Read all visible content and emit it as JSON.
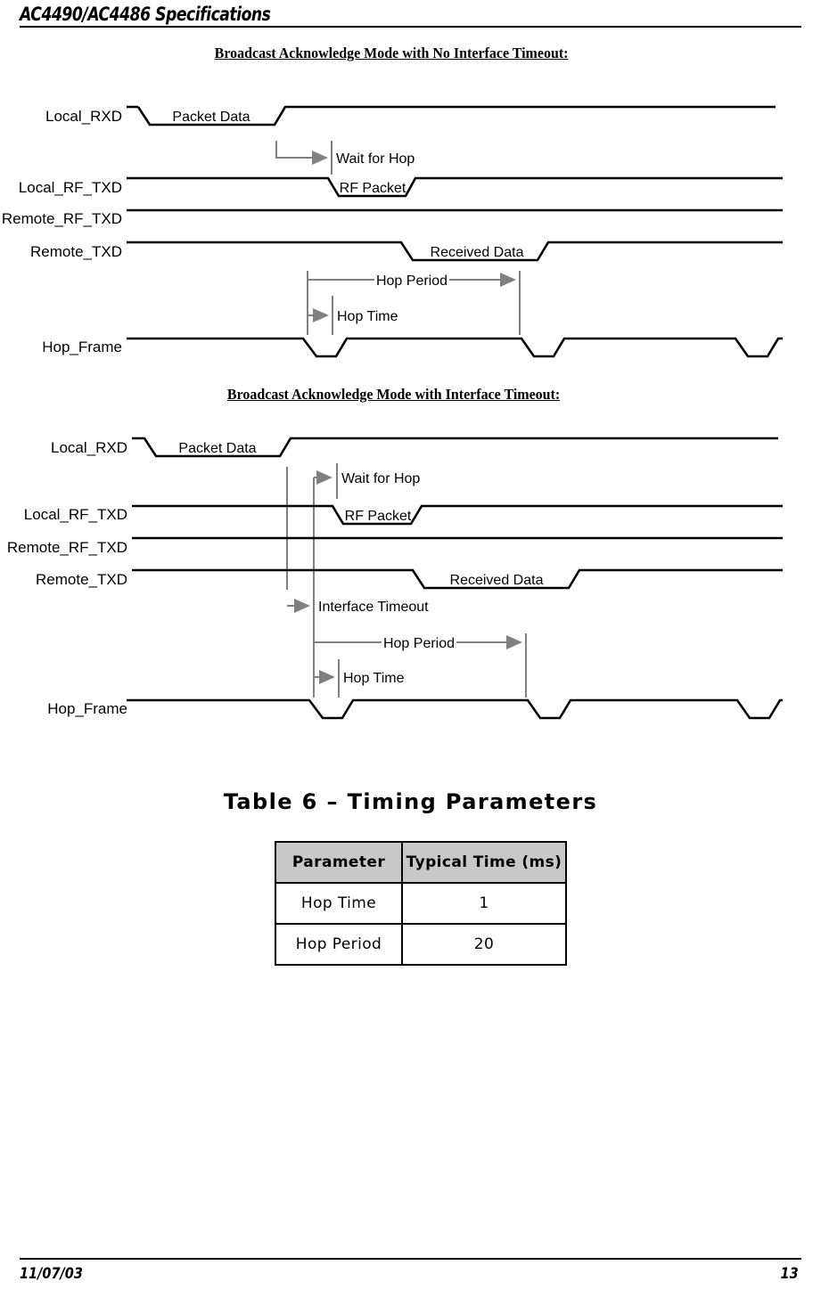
{
  "header": {
    "title": "AC4490/AC4486 Specifications"
  },
  "diagram1": {
    "title": "Broadcast Acknowledge Mode with No Interface Timeout:",
    "signals": [
      {
        "name": "Local_RXD"
      },
      {
        "name": "Local_RF_TXD"
      },
      {
        "name": "Remote_RF_TXD"
      },
      {
        "name": "Remote_TXD"
      },
      {
        "name": "Hop_Frame"
      }
    ],
    "packets": [
      {
        "label": "Packet Data"
      },
      {
        "label": "RF Packet"
      },
      {
        "label": "Received Data"
      }
    ],
    "annotations": [
      {
        "label": "Wait for Hop"
      },
      {
        "label": "Hop Period"
      },
      {
        "label": "Hop Time"
      }
    ]
  },
  "diagram2": {
    "title": "Broadcast Acknowledge Mode with Interface Timeout:",
    "signals": [
      {
        "name": "Local_RXD"
      },
      {
        "name": "Local_RF_TXD"
      },
      {
        "name": "Remote_RF_TXD"
      },
      {
        "name": "Remote_TXD"
      },
      {
        "name": "Hop_Frame"
      }
    ],
    "packets": [
      {
        "label": "Packet Data"
      },
      {
        "label": "RF Packet"
      },
      {
        "label": "Received Data"
      }
    ],
    "annotations": [
      {
        "label": "Wait for Hop"
      },
      {
        "label": "Interface Timeout"
      },
      {
        "label": "Hop Period"
      },
      {
        "label": "Hop Time"
      }
    ]
  },
  "table": {
    "caption": "Table 6 – Timing Parameters",
    "columns": [
      "Parameter",
      "Typical Time (ms)"
    ],
    "rows": [
      {
        "parameter": "Hop Time",
        "value": "1"
      },
      {
        "parameter": "Hop Period",
        "value": "20"
      }
    ]
  },
  "footer": {
    "date": "11/07/03",
    "page": "13"
  },
  "colors": {
    "ink": "#000000",
    "annotation_line": "#808080",
    "table_header_bg": "#c8c8c8"
  }
}
